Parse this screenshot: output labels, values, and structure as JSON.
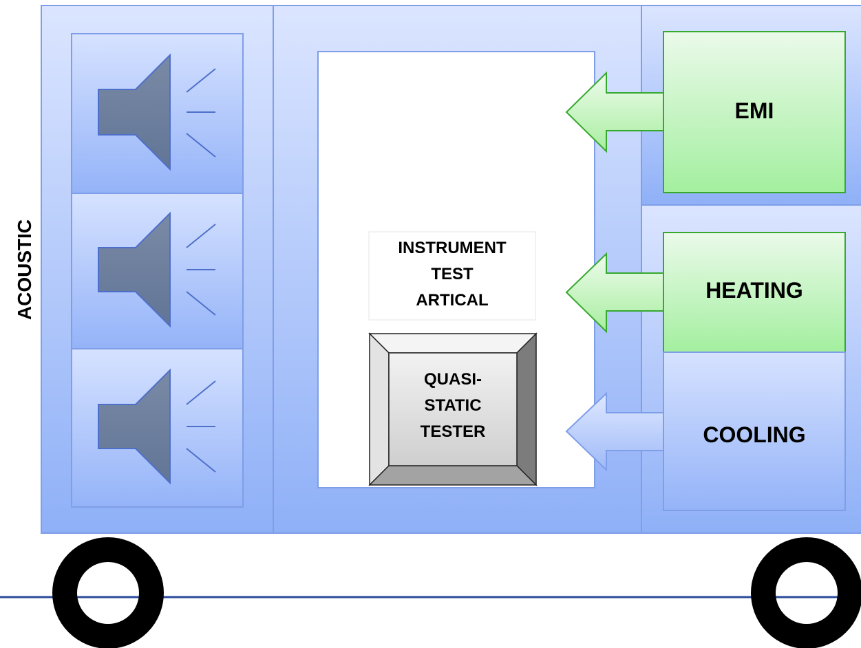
{
  "side_label": "ACOUSTIC",
  "instrument_label": [
    "INSTRUMENT",
    "TEST",
    "ARTICAL"
  ],
  "tester_label": [
    "QUASI-",
    "STATIC",
    "TESTER"
  ],
  "modules": {
    "emi": "EMI",
    "heating": "HEATING",
    "cooling": "COOLING"
  },
  "speaker_icons": [
    "speaker-icon",
    "speaker-icon",
    "speaker-icon"
  ],
  "wheel_icons": [
    "wheel-icon",
    "wheel-icon"
  ],
  "colors": {
    "panel_light": "#dbe5ff",
    "panel_dark": "#8fb0f7",
    "panel_border": "#7f9ee8",
    "green_light": "#ebfaea",
    "green_dark": "#a3ef9f",
    "green_border": "#36a82e",
    "speaker": "#6d7f9f",
    "floor_line": "#2a4a9c",
    "wheel": "#000000"
  }
}
